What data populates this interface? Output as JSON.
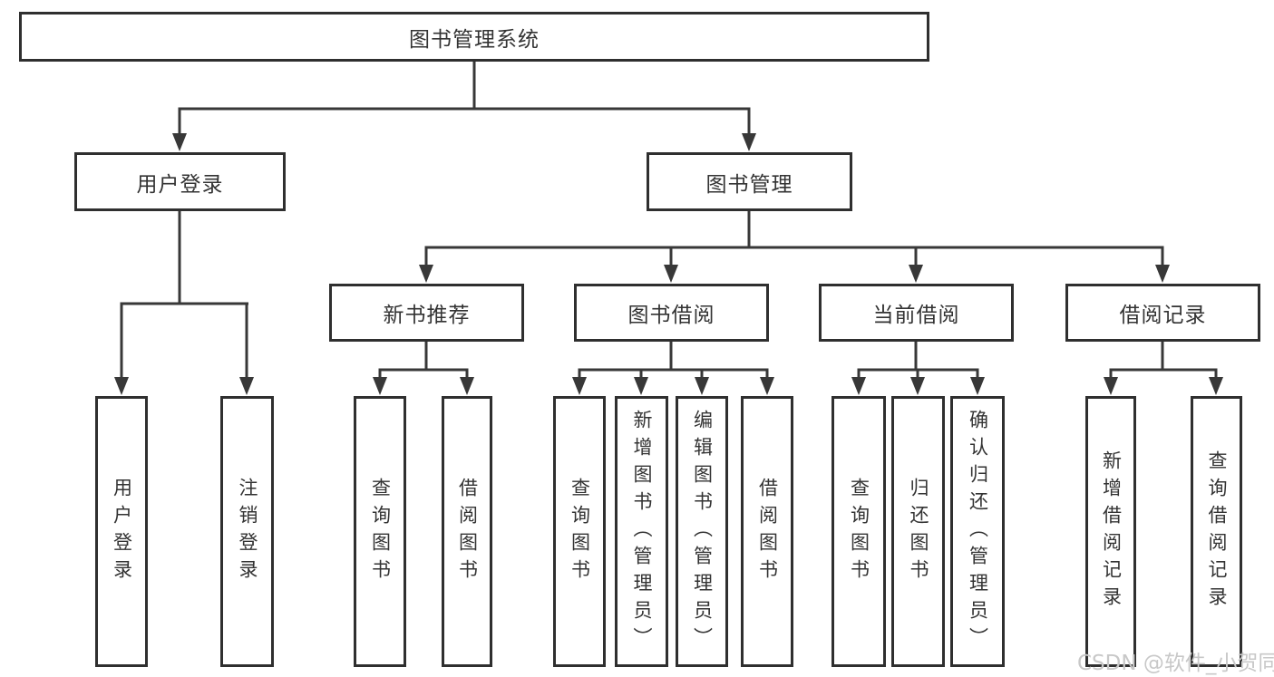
{
  "diagram": {
    "root": {
      "label": "图书管理系统"
    },
    "level2": {
      "user_login": {
        "label": "用户登录"
      },
      "book_management": {
        "label": "图书管理"
      }
    },
    "level3": {
      "new_book_recommend": {
        "label": "新书推荐"
      },
      "book_borrow": {
        "label": "图书借阅"
      },
      "current_borrow": {
        "label": "当前借阅"
      },
      "borrow_records": {
        "label": "借阅记录"
      }
    },
    "leaves": {
      "user_login": {
        "label": "用户登录"
      },
      "logout_login": {
        "label": "注销登录"
      },
      "recommend_query_books": {
        "label": "查询图书"
      },
      "recommend_borrow_books": {
        "label": "借阅图书"
      },
      "borrow_query_books": {
        "label": "查询图书"
      },
      "borrow_add_books_admin": {
        "label": "新增图书（管理员）"
      },
      "borrow_edit_books_admin": {
        "label": "编辑图书（管理员）"
      },
      "borrow_borrow_books": {
        "label": "借阅图书"
      },
      "current_query_books": {
        "label": "查询图书"
      },
      "current_return_books": {
        "label": "归还图书"
      },
      "current_confirm_return_admin": {
        "label": "确认归还（管理员）"
      },
      "records_add_record": {
        "label": "新增借阅记录"
      },
      "records_query_record": {
        "label": "查询借阅记录"
      }
    },
    "colors": {
      "line": "#383838",
      "border": "#2f2f2f",
      "text": "#333333",
      "watermark": "#c8c8c8",
      "background": "#ffffff"
    }
  },
  "watermark": {
    "text": "CSDN @软件_小贺同学"
  }
}
